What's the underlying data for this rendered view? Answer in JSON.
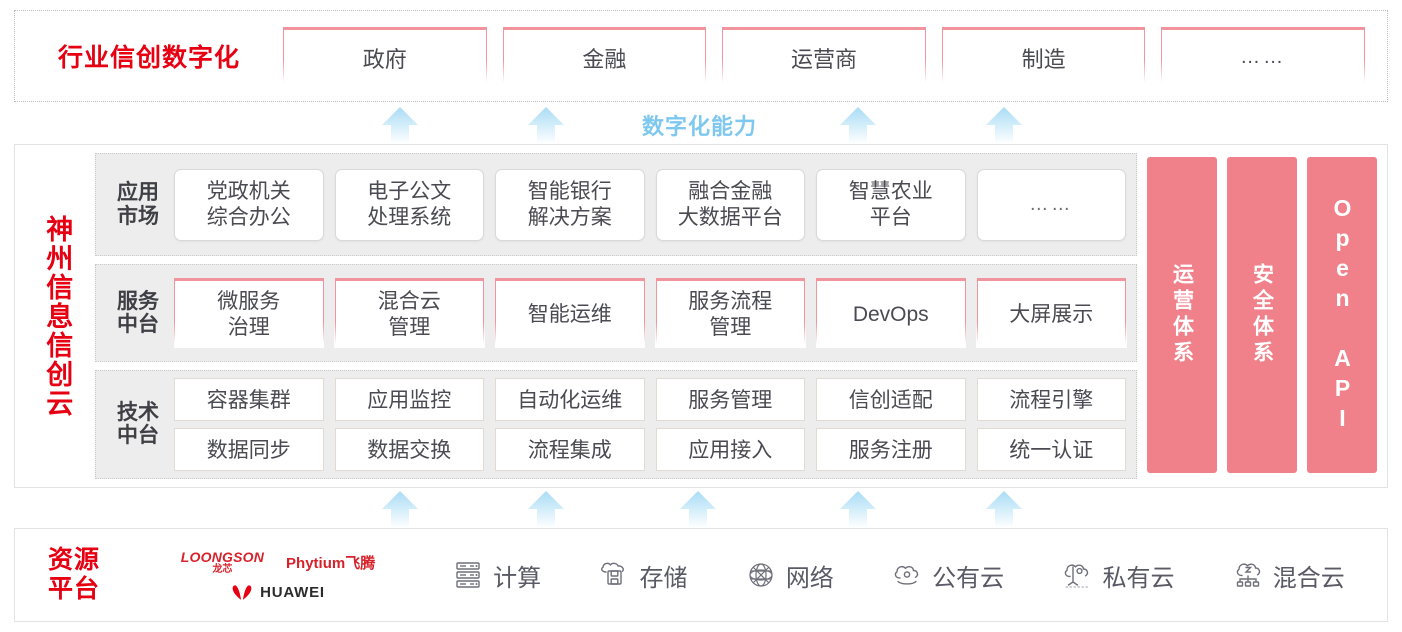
{
  "industry": {
    "title": "行业信创数字化",
    "boxes": [
      {
        "label": "政府"
      },
      {
        "label": "金融"
      },
      {
        "label": "运营商"
      },
      {
        "label": "制造"
      },
      {
        "label": "……"
      }
    ]
  },
  "capability": {
    "label": "数字化能力"
  },
  "cloud": {
    "title": "神州信息信创云",
    "layers": [
      {
        "label": "应用\n市场",
        "label_line1": "应用",
        "label_line2": "市场",
        "style": "app",
        "items": [
          {
            "line1": "党政机关",
            "line2": "综合办公"
          },
          {
            "line1": "电子公文",
            "line2": "处理系统"
          },
          {
            "line1": "智能银行",
            "line2": "解决方案"
          },
          {
            "line1": "融合金融",
            "line2": "大数据平台"
          },
          {
            "line1": "智慧农业",
            "line2": "平台"
          },
          {
            "line1": "……",
            "line2": ""
          }
        ]
      },
      {
        "label_line1": "服务",
        "label_line2": "中台",
        "style": "service",
        "items": [
          {
            "line1": "微服务",
            "line2": "治理"
          },
          {
            "line1": "混合云",
            "line2": "管理"
          },
          {
            "line1": "智能运维",
            "line2": ""
          },
          {
            "line1": "服务流程",
            "line2": "管理"
          },
          {
            "line1": "DevOps",
            "line2": ""
          },
          {
            "line1": "大屏展示",
            "line2": ""
          }
        ]
      },
      {
        "label_line1": "技术",
        "label_line2": "中台",
        "style": "tech",
        "row1": [
          {
            "label": "容器集群"
          },
          {
            "label": "应用监控"
          },
          {
            "label": "自动化运维"
          },
          {
            "label": "服务管理"
          },
          {
            "label": "信创适配"
          },
          {
            "label": "流程引擎"
          }
        ],
        "row2": [
          {
            "label": "数据同步"
          },
          {
            "label": "数据交换"
          },
          {
            "label": "流程集成"
          },
          {
            "label": "应用接入"
          },
          {
            "label": "服务注册"
          },
          {
            "label": "统一认证"
          }
        ]
      }
    ],
    "pillars": [
      {
        "label": "运营体系",
        "kind": "cn"
      },
      {
        "label": "安全体系",
        "kind": "cn"
      },
      {
        "label": "Open API",
        "kind": "en"
      }
    ]
  },
  "resource": {
    "title_line1": "资源",
    "title_line2": "平台",
    "vendors": {
      "loongson_en": "LOONGSON",
      "loongson_cn": "龙芯",
      "phytium": "Phytium飞腾",
      "huawei": "HUAWEI"
    },
    "items": [
      {
        "icon": "server-rack-icon",
        "label": "计算"
      },
      {
        "icon": "cloud-storage-icon",
        "label": "存储"
      },
      {
        "icon": "network-mesh-icon",
        "label": "网络"
      },
      {
        "icon": "public-cloud-icon",
        "label": "公有云"
      },
      {
        "icon": "private-cloud-icon",
        "label": "私有云"
      },
      {
        "icon": "hybrid-cloud-icon",
        "label": "混合云"
      }
    ]
  },
  "colors": {
    "brand_red": "#E60012",
    "pink": "#F08089",
    "pink_border": "#F2949D",
    "arrow_blue": "#A9DCF5",
    "capability_blue": "#7EC8F0",
    "layer_bg": "#EDEDED"
  }
}
